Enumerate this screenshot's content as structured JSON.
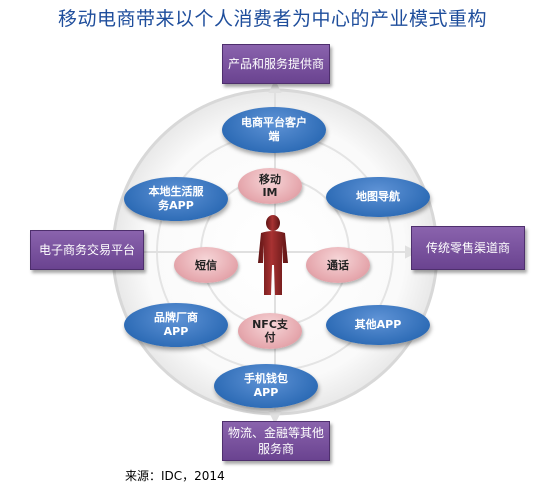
{
  "title": "移动电商带来以个人消费者为中心的产业模式重构",
  "boxes": {
    "top": "产品和服务提供商",
    "left": "电子商务交易平台",
    "right": "传统零售渠道商",
    "bottom": "物流、金融等其他服务商"
  },
  "outer_nodes": {
    "top": "电商平台客户端",
    "top_left": "本地生活服务APP",
    "top_right": "地图导航",
    "bottom_left": "品牌厂商APP",
    "bottom_right": "其他APP",
    "bottom": "手机钱包APP"
  },
  "inner_nodes": {
    "top": "移动IM",
    "left": "短信",
    "right": "通话",
    "bottom": "NFC支付"
  },
  "center": "person-icon",
  "source": "来源：IDC，2014",
  "colors": {
    "title": "#1f4e9c",
    "box": "#7a52a0",
    "outer_node": "#2f6db7",
    "inner_node": "#e6a8ae",
    "person": "#8b2222"
  }
}
